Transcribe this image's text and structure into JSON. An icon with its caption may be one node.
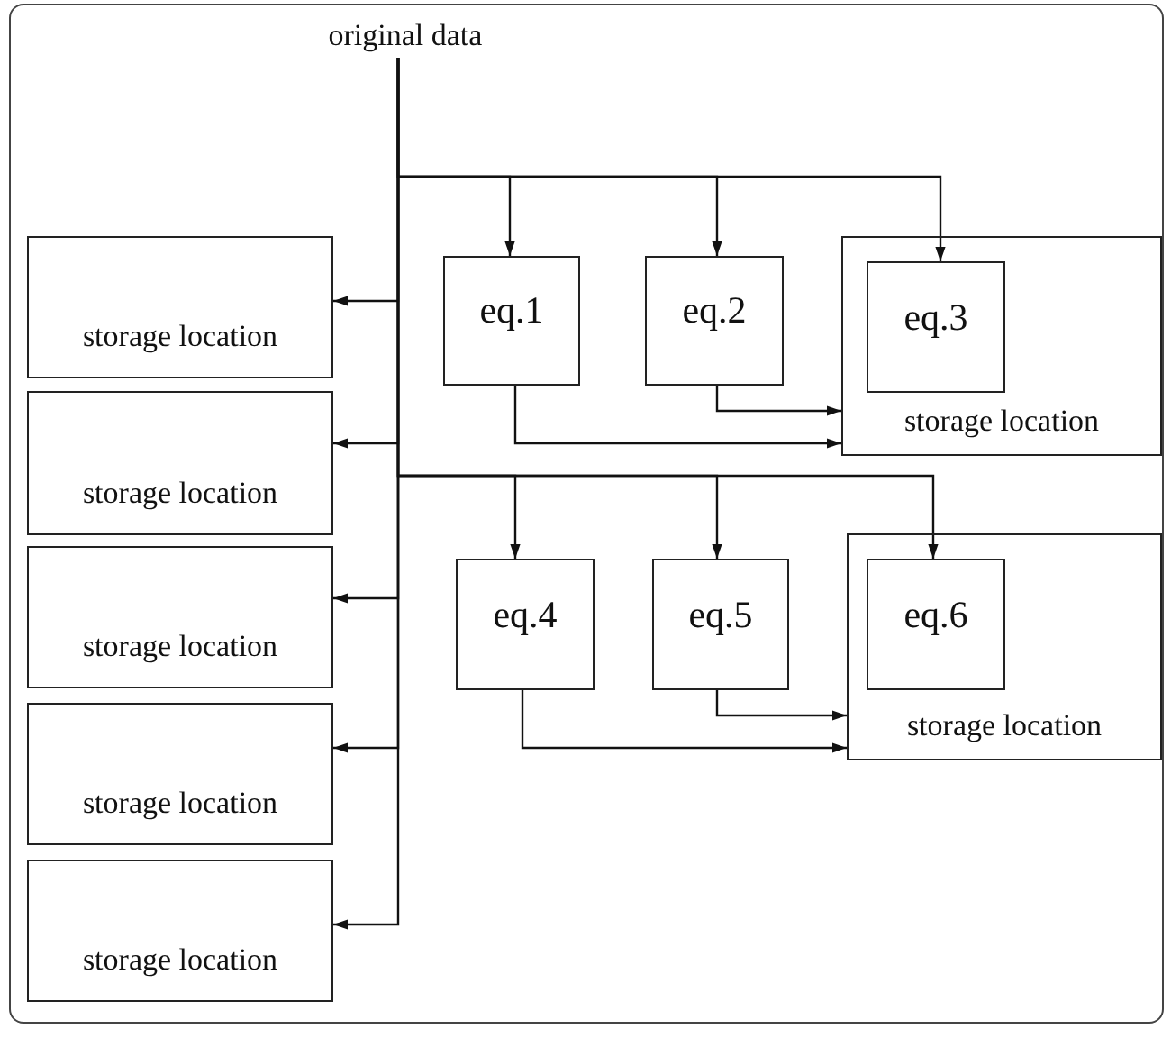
{
  "diagram": {
    "nodes": [
      {
        "text": [
          "original data"
        ]
      },
      {
        "text": [
          "storage location"
        ]
      },
      {
        "text": [
          "storage location"
        ]
      },
      {
        "text": [
          "storage location"
        ]
      },
      {
        "text": [
          "storage location"
        ]
      },
      {
        "text": [
          "storage location"
        ]
      },
      {
        "text": [
          "eq.1"
        ]
      },
      {
        "text": [
          "eq.2"
        ]
      },
      {
        "text": [
          "storage location"
        ]
      },
      {
        "text": [
          "eq.3"
        ],
        "in": 8
      },
      {
        "text": [
          "eq.4"
        ]
      },
      {
        "text": [
          "eq.5"
        ]
      },
      {
        "text": [
          "storage location"
        ]
      },
      {
        "text": [
          "eq.6"
        ],
        "in": 12
      }
    ],
    "edges": [
      {
        "from": 0,
        "to": 1,
        "arrow": "to"
      },
      {
        "from": 0,
        "to": 2,
        "arrow": "to"
      },
      {
        "from": 0,
        "to": 3,
        "arrow": "to"
      },
      {
        "from": 0,
        "to": 4,
        "arrow": "to"
      },
      {
        "from": 0,
        "to": 5,
        "arrow": "to"
      },
      {
        "from": 0,
        "to": 6,
        "arrow": "to"
      },
      {
        "from": 0,
        "to": 7,
        "arrow": "to"
      },
      {
        "from": 0,
        "to": 9,
        "arrow": "to"
      },
      {
        "from": 6,
        "to": 8,
        "arrow": "to"
      },
      {
        "from": 7,
        "to": 8,
        "arrow": "to"
      },
      {
        "from": 0,
        "to": 10,
        "arrow": "to"
      },
      {
        "from": 0,
        "to": 11,
        "arrow": "to"
      },
      {
        "from": 0,
        "to": 13,
        "arrow": "to"
      },
      {
        "from": 10,
        "to": 12,
        "arrow": "to"
      },
      {
        "from": 11,
        "to": 12,
        "arrow": "to"
      }
    ]
  }
}
